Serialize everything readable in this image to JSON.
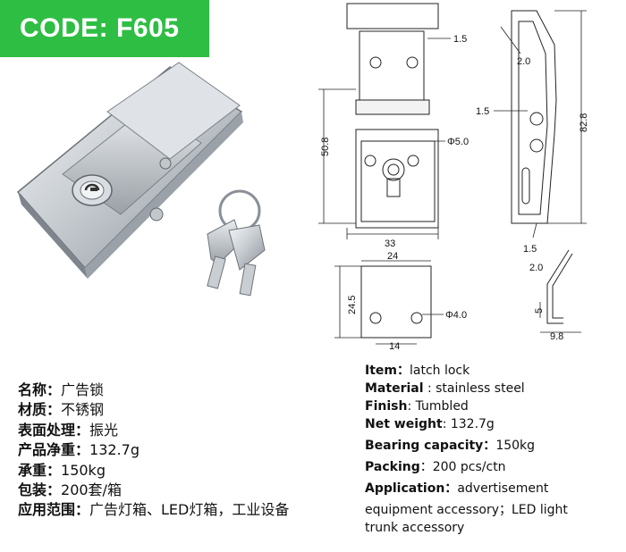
{
  "badge": {
    "code": "CODE: F605",
    "color": "#2fbe44"
  },
  "drawing": {
    "front": {
      "w": "33",
      "h": "50.8",
      "hole": "Φ5.0",
      "edge": "1.5"
    },
    "side": {
      "thick": "2.0",
      "edge": "1.5",
      "h": "82.8",
      "bottom": "1.5"
    },
    "keeper": {
      "w": "24",
      "h": "24.5",
      "hole": "Φ4.0",
      "spacing": "14"
    },
    "keeper_side": {
      "thick": "2.0",
      "h": "5",
      "w": "9.8"
    }
  },
  "cn_specs": [
    {
      "k": "名称：",
      "v": "广告锁"
    },
    {
      "k": "材质：",
      "v": "不锈钢"
    },
    {
      "k": "表面处理：",
      "v": "振光"
    },
    {
      "k": "产品净重：",
      "v": "132.7g"
    },
    {
      "k": "承重：",
      "v": "150kg"
    },
    {
      "k": "包装：",
      "v": "200套/箱"
    },
    {
      "k": "应用范围：",
      "v": "广告灯箱、LED灯箱，工业设备"
    }
  ],
  "en_specs": {
    "item_k": "Item：",
    "item_v": "latch lock",
    "material_k": "Material",
    "material_v": " : stainless steel",
    "finish_k": "Finish",
    "finish_v": ": Tumbled",
    "weight_k": "Net weight",
    "weight_v": ": 132.7g",
    "bearing_k": "Bearing capacity：",
    "bearing_v": "150kg",
    "packing_k": "Packing",
    "packing_v": "：200 pcs/ctn",
    "app_k": "Application：",
    "app_v": "advertisement",
    "app_line2": "equipment accessory；LED light",
    "app_line3": "trunk accessory"
  }
}
